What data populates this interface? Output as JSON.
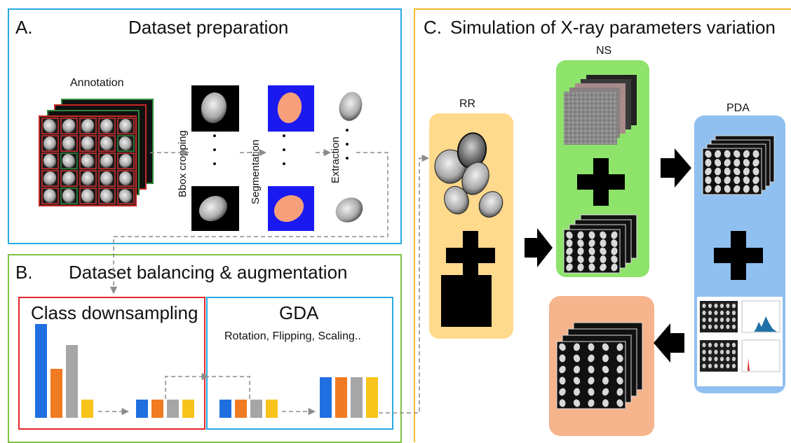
{
  "panels": {
    "a": {
      "letter": "A.",
      "title": "Dataset preparation",
      "annotation_label": "Annotation",
      "steps": [
        "Bbox cropping",
        "Segmentation",
        "Extraction"
      ]
    },
    "b": {
      "letter": "B.",
      "title": "Dataset balancing & augmentation",
      "downsampling_title": "Class downsampling",
      "gda_title": "GDA",
      "gda_subtitle": "Rotation, Flipping, Scaling.."
    },
    "c": {
      "letter": "C.",
      "title": "Simulation of X-ray parameters variation",
      "rr_label": "RR",
      "ns_label": "NS",
      "pda_label": "PDA"
    }
  },
  "colors": {
    "panel_a_border": "#29a9e0",
    "panel_b_border": "#7fc241",
    "panel_c_border": "#f5b731",
    "downsampling_border": "#e0262b",
    "gda_border": "#29a9e0",
    "bar_blue": "#1f6fe0",
    "bar_orange": "#f07b22",
    "bar_gray": "#a6a6a6",
    "bar_yellow": "#f8c31a",
    "rr_bg": "#ffd98c",
    "ns_bg": "#8ee36b",
    "pda_bg": "#8fc0ef",
    "output_bg": "#f5b48c"
  }
}
